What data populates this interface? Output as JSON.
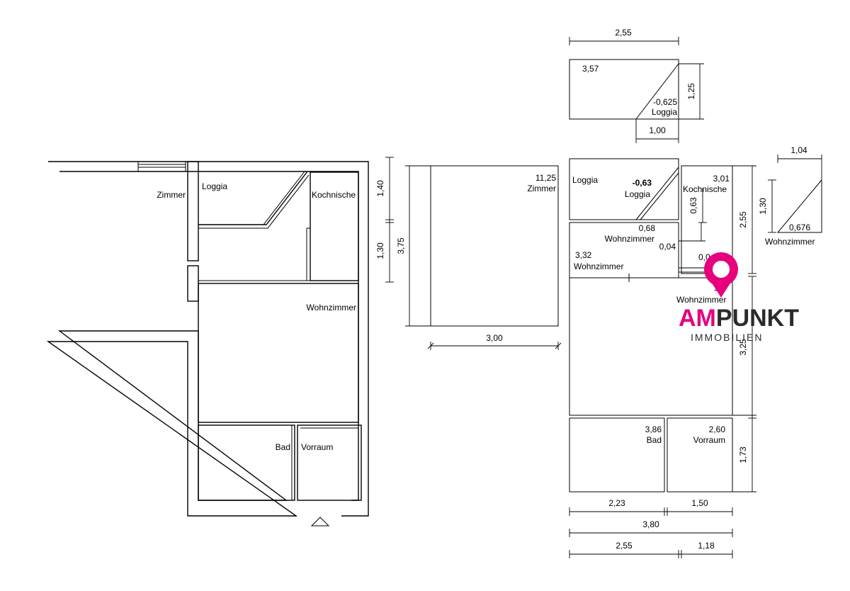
{
  "floorplan": {
    "rooms": {
      "zimmer": "Zimmer",
      "loggia": "Loggia",
      "kochnische": "Kochnische",
      "wohnzimmer": "Wohnzimmer",
      "bad": "Bad",
      "vorraum": "Vorraum"
    }
  },
  "calc": {
    "loggia_top": {
      "area": "3,57",
      "minus": "-0,625",
      "label": "Loggia",
      "dim_width": "2,55",
      "dim_height": "1,25",
      "dim_triangle": "1,00"
    },
    "zimmer": {
      "area": "11,25",
      "label": "Zimmer",
      "dim_width": "3,00",
      "dim_h1": "1,40",
      "dim_h2": "1,30",
      "dim_total": "3,75"
    },
    "loggia_block": {
      "label": "Loggia",
      "minus": "-0,63",
      "minus_label": "Loggia",
      "dim_063": "0,63"
    },
    "kochnische": {
      "area": "3,01",
      "label": "Kochnische",
      "dim_height": "2,55"
    },
    "triangle_right": {
      "dim_width": "1,04",
      "dim_height": "1,30",
      "area": "0,676",
      "label": "Wohnzimmer"
    },
    "wohnzimmer_parts": {
      "a_area": "0,68",
      "a_label": "Wohnzimmer",
      "b_area": "0,04",
      "c_area": "3,32",
      "c_label": "Wohnzimmer",
      "d_area": "0,0",
      "e_area": "11",
      "e_label": "Wohnzimmer",
      "dim_height": "3,25"
    },
    "bad": {
      "area": "3,86",
      "label": "Bad",
      "dim_width": "2,23"
    },
    "vorraum": {
      "area": "2,60",
      "label": "Vorraum",
      "dim_width": "1,50",
      "dim_height": "1,73"
    },
    "bottom_dims": {
      "total": "3,80",
      "left": "2,55",
      "right": "1,18"
    }
  },
  "logo": {
    "am": "AM",
    "punkt": "PUNKT",
    "sub": "IMMOBILIEN",
    "pink": "#e6007e",
    "dark": "#2b2b2b"
  }
}
